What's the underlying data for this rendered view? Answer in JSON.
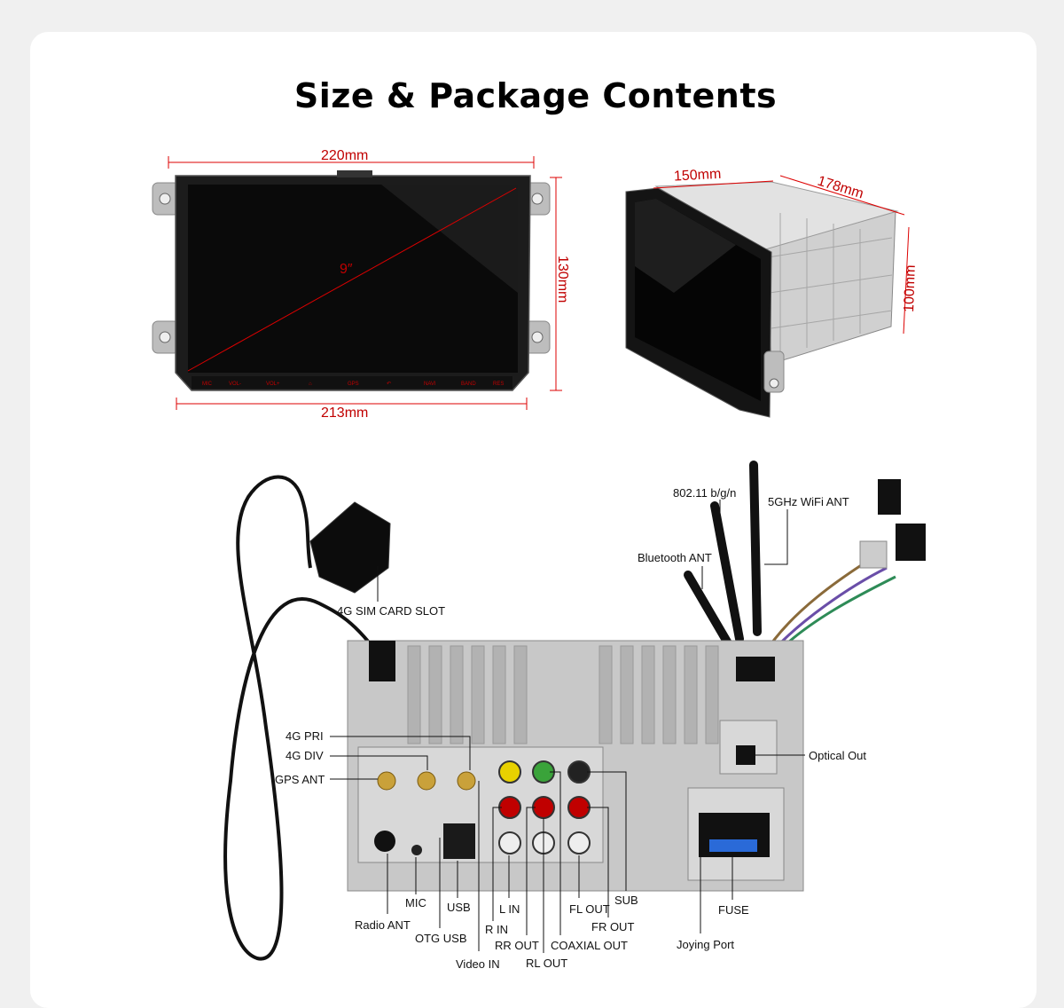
{
  "title": "Size & Package Contents",
  "dimensions": {
    "width_front": "220mm",
    "width_bottom": "213mm",
    "height": "130mm",
    "diagonal": "9″",
    "depth_width": "150mm",
    "depth": "178mm",
    "depth_height": "100mm"
  },
  "front_buttons": [
    "MIC",
    "VOL-",
    "VOL+",
    "⌂",
    "GPS",
    "↶",
    "NAVI",
    "BAND",
    "RES"
  ],
  "labels": {
    "sim": "4G SIM CARD SLOT",
    "wifi": "802.11 b/g/n",
    "wifi5": "5GHz WiFi ANT",
    "bt": "Bluetooth ANT",
    "pri": "4G PRI",
    "div": "4G DIV",
    "gps": "GPS ANT",
    "optical": "Optical Out",
    "mic": "MIC",
    "radio": "Radio ANT",
    "usb": "USB",
    "otg": "OTG USB",
    "video": "Video IN",
    "lin": "L IN",
    "rin": "R IN",
    "rrout": "RR OUT",
    "rlout": "RL OUT",
    "flout": "FL OUT",
    "frout": "FR OUT",
    "coax": "COAXIAL OUT",
    "sub": "SUB",
    "fuse": "FUSE",
    "joying": "Joying Port"
  }
}
